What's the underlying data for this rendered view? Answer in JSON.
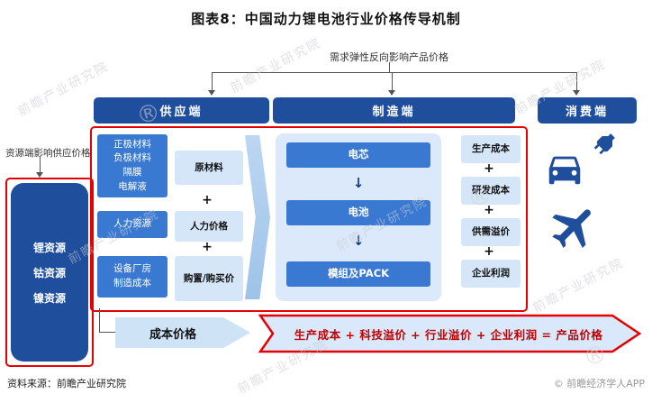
{
  "title": "图表8：中国动力锂电池行业价格传导机制",
  "watermark": {
    "text": "前瞻产业研究院",
    "reg": "®"
  },
  "flow": {
    "top_label": "需求弹性反向影响产品价格",
    "headers": {
      "supply": "供应端",
      "manufacture": "制造端",
      "consume": "消费端"
    }
  },
  "resource": {
    "label": "资源端影响供应价格",
    "items": [
      "锂资源",
      "钴资源",
      "镍资源"
    ]
  },
  "supply": {
    "materials": "正极材料\n负极材料\n隔膜\n电解液",
    "labor": "人力资源",
    "equipment": "设备厂房\n制造成本",
    "raw_price": "原材料",
    "labor_price": "人力价格",
    "purchase_price": "购置/购买价",
    "plus": "+"
  },
  "manufacture": {
    "steps": [
      "电芯",
      "电池",
      "模组及PACK"
    ],
    "arrow": "↓"
  },
  "cost": {
    "items": [
      "生产成本",
      "研发成本",
      "供需溢价",
      "企业利润"
    ],
    "plus": "+"
  },
  "bottom": {
    "cost_price": "成本价格",
    "formula": "生产成本 + 科技溢价 + 行业溢价 + 企业利润 = 产品价格"
  },
  "footer": {
    "source": "资料来源：前瞻产业研究院",
    "credit": "© 前瞻经济学人APP"
  }
}
